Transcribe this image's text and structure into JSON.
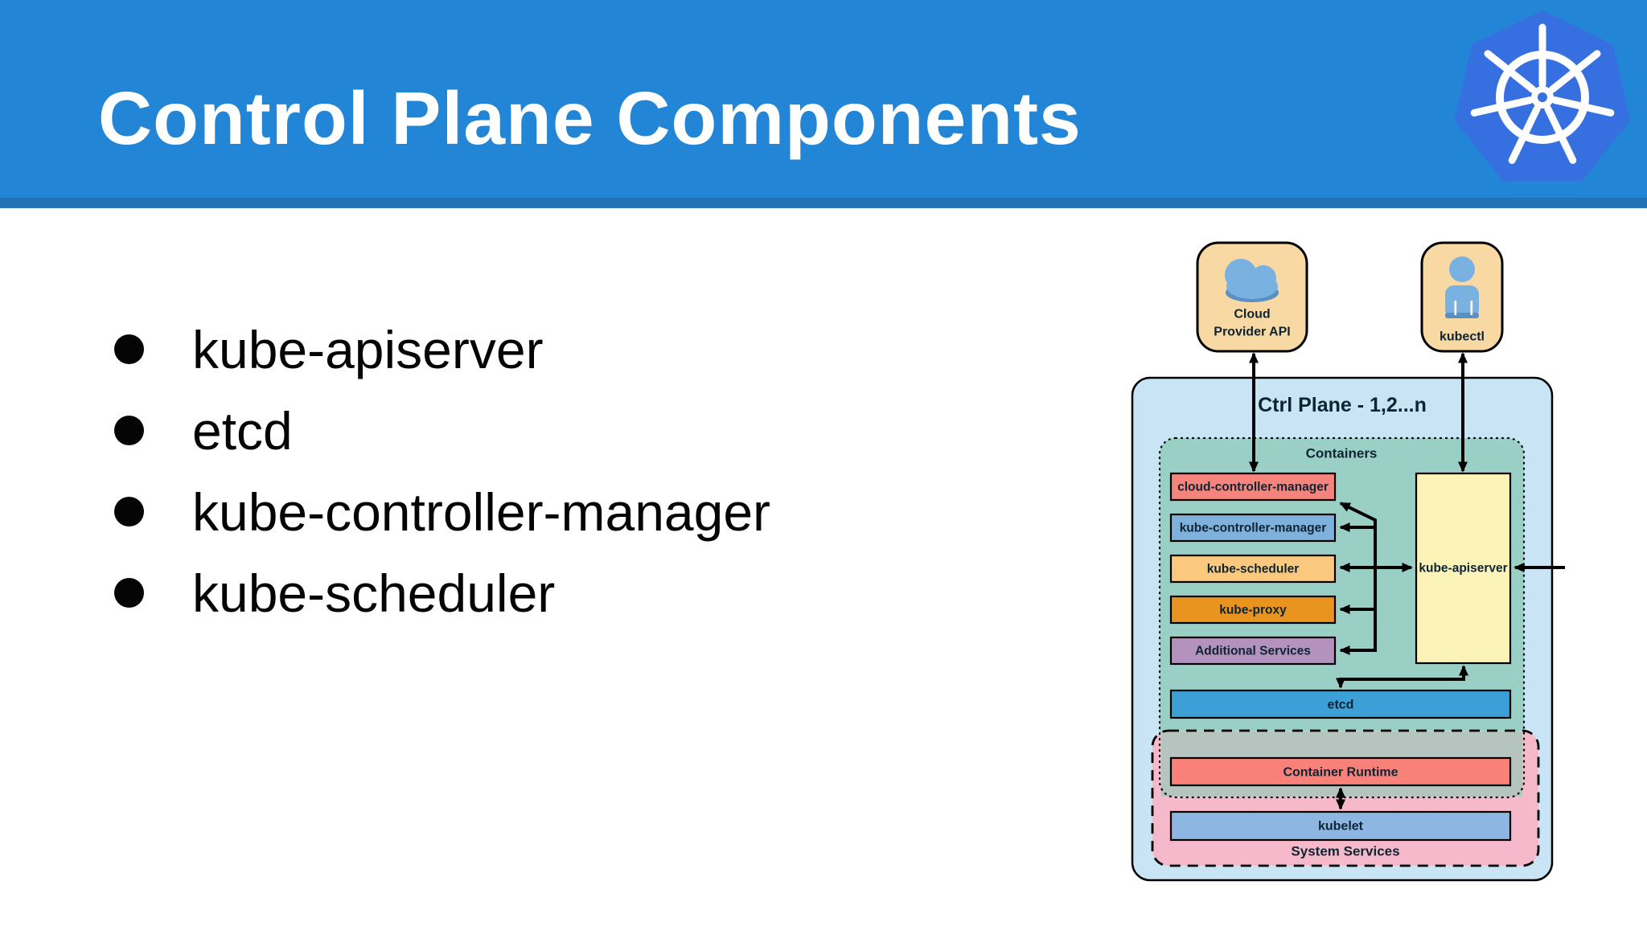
{
  "header": {
    "title": "Control Plane Components",
    "logo": "kubernetes-wheel-logo"
  },
  "bullets": [
    "kube-apiserver",
    "etcd",
    "kube-controller-manager",
    "kube-scheduler"
  ],
  "diagram": {
    "cloud_provider": {
      "line1": "Cloud",
      "line2": "Provider API",
      "icon": "cloud-icon"
    },
    "kubectl_label": "kubectl",
    "kubectl_icon": "user-icon",
    "ctrl_plane_title": "Ctrl Plane - 1,2...n",
    "containers_label": "Containers",
    "components": [
      {
        "label": "cloud-controller-manager",
        "color": "#f5847c"
      },
      {
        "label": "kube-controller-manager",
        "color": "#7fb1dd"
      },
      {
        "label": "kube-scheduler",
        "color": "#fbc97e"
      },
      {
        "label": "kube-proxy",
        "color": "#e8941e"
      },
      {
        "label": "Additional Services",
        "color": "#b393bd"
      }
    ],
    "apiserver_label": "kube-apiserver",
    "etcd_label": "etcd",
    "container_runtime_label": "Container Runtime",
    "kubelet_label": "kubelet",
    "system_services_label": "System Services",
    "connections": [
      "cloud-provider-api <-> cloud-controller-manager",
      "kubectl <-> kube-apiserver",
      "kube-apiserver <-> kube-controller-manager",
      "kube-apiserver <-> kube-scheduler",
      "kube-apiserver <-> kube-proxy",
      "kube-apiserver <-> additional-services",
      "kube-apiserver <-> etcd",
      "external <- kube-apiserver",
      "container-runtime <-> kubelet"
    ]
  },
  "colors": {
    "header_blue": "#2285d6",
    "header_strip": "#2274b6",
    "logo_blue": "#3670e0",
    "title_text": "#ffffff",
    "body_text": "#050505",
    "ctrl_plane_bg": "#c8e4f5",
    "containers_bg": "#9acfc6",
    "overlap_bg": "#b5c4be",
    "system_services_bg": "#f6b9cb",
    "node_tan": "#f8d9a4",
    "icon_blue": "#79b1e1",
    "icon_blue_dark": "#5a8fc4",
    "apiserver_yellow": "#fcf3b8",
    "etcd_blue": "#3c9fd6",
    "container_runtime_salmon": "#f8827a",
    "kubelet_blue": "#8db6e2",
    "label_dark": "#0e2433",
    "line_black": "#000000"
  }
}
